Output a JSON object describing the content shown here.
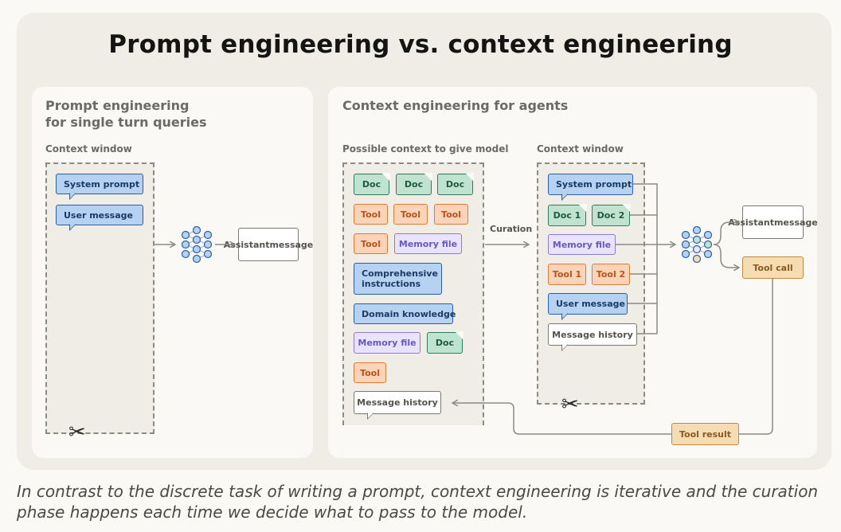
{
  "title": "Prompt engineering vs. context engineering",
  "left_panel": {
    "heading_line1": "Prompt engineering",
    "heading_line2": "for single turn queries",
    "window_label": "Context window",
    "system_prompt": "System prompt",
    "user_message": "User message",
    "assistant_message_line1": "Assistant",
    "assistant_message_line2": "message",
    "scissors_icon": "scissors-icon",
    "model_icon": "neural-network-icon"
  },
  "right_panel": {
    "heading": "Context engineering for agents",
    "possible_label": "Possible context to give model",
    "window_label": "Context window",
    "curation_label": "Curation",
    "doc": "Doc",
    "tool": "Tool",
    "memory_file": "Memory file",
    "comprehensive_line1": "Comprehensive",
    "comprehensive_line2": "instructions",
    "domain_knowledge": "Domain knowledge",
    "message_history": "Message history",
    "system_prompt": "System prompt",
    "doc_1": "Doc 1",
    "doc_2": "Doc 2",
    "tool_1": "Tool 1",
    "tool_2": "Tool 2",
    "user_message": "User message",
    "assistant_message_line1": "Assistant",
    "assistant_message_line2": "message",
    "tool_call": "Tool call",
    "tool_result": "Tool result",
    "scissors_icon": "scissors-icon",
    "model_icon": "neural-network-icon"
  },
  "colors": {
    "system_prompt_fill": "#b5d2f2",
    "tool_fill": "#fbd3b8",
    "memory_fill": "#e9e4fb",
    "doc_fill": "#bfe3cf",
    "tool_call_fill": "#f6dcb3"
  },
  "caption": "In contrast to the discrete task of writing a prompt, context engineering is iterative and the curation phase happens each time we decide what to pass to the model."
}
